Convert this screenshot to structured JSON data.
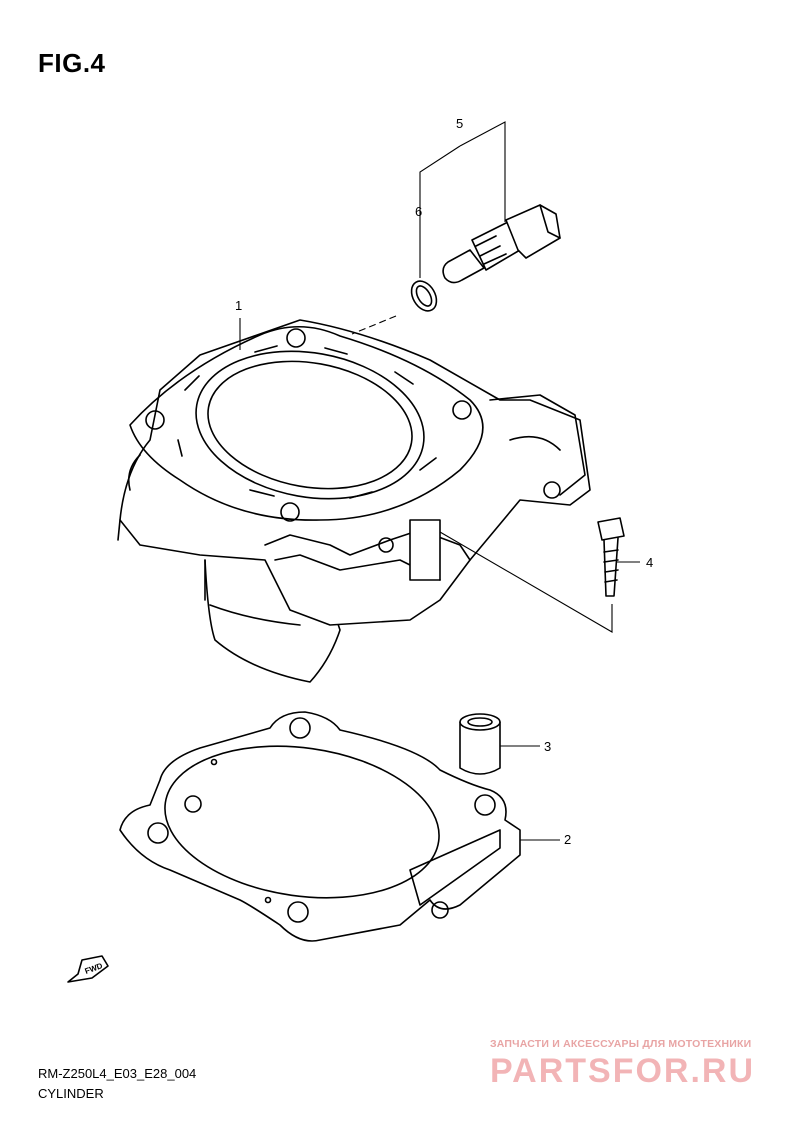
{
  "figure": {
    "title": "FIG.4"
  },
  "callouts": [
    {
      "number": "1",
      "part": "cylinder"
    },
    {
      "number": "2",
      "part": "gasket"
    },
    {
      "number": "3",
      "part": "dowel-pin"
    },
    {
      "number": "4",
      "part": "bolt"
    },
    {
      "number": "5",
      "part": "temperature-sensor"
    },
    {
      "number": "6",
      "part": "o-ring"
    }
  ],
  "fwd_label": "FWD",
  "footer": {
    "code": "RM-Z250L4_E03_E28_004",
    "name": "CYLINDER"
  },
  "watermark": {
    "tagline": "ЗАПЧАСТИ И АКСЕССУАРЫ ДЛЯ МОТОТЕХНИКИ",
    "brand": "PARTSFOR.RU",
    "color": "#d9282f"
  }
}
